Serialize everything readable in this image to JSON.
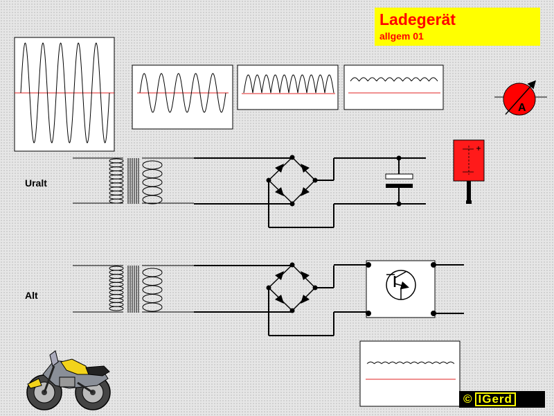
{
  "title": {
    "main": "Ladegerät",
    "sub": "allgem 01"
  },
  "rows": {
    "uralt": "Uralt",
    "alt": "Alt"
  },
  "ammeter": {
    "label": "A"
  },
  "copyright": {
    "symbol": "©",
    "name": "IGerd"
  },
  "colors": {
    "title_bg": "#ffff00",
    "title_text": "#ff0000",
    "zero_line": "#e02020",
    "ammeter": "#ff0000",
    "battery": "#ff1a1a",
    "moto_tank": "#f2d31a"
  },
  "icons": [
    "ammeter-icon",
    "battery-icon",
    "transistor-symbol",
    "motorcycle-image"
  ]
}
